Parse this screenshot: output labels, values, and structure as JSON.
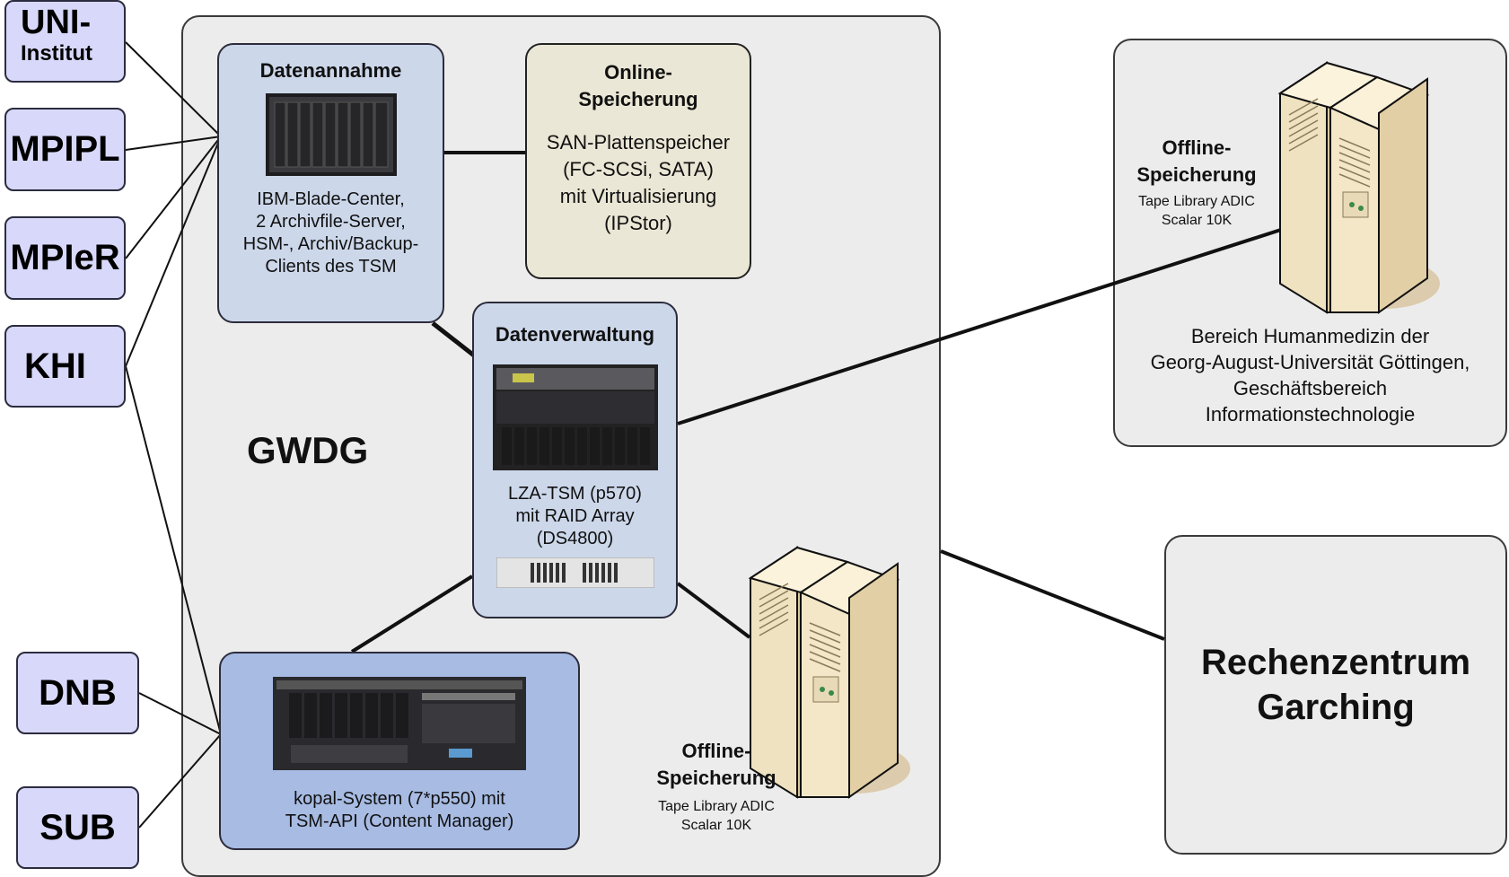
{
  "institutions": {
    "uni_title": "UNI-",
    "uni_sub": "Institut",
    "mpipl": "MPIPL",
    "mpier": "MPIeR",
    "khi": "KHI",
    "dnb": "DNB",
    "sub": "SUB"
  },
  "gwdg": {
    "label": "GWDG",
    "datenannahme": {
      "title": "Datenannahme",
      "lines": [
        "IBM-Blade-Center,",
        "2 Archivfile-Server,",
        "HSM-, Archiv/Backup-",
        "Clients des TSM"
      ]
    },
    "online": {
      "title_lines": [
        "Online-",
        "Speicherung"
      ],
      "lines": [
        "SAN-Plattenspeicher",
        "(FC-SCSi, SATA)",
        "mit Virtualisierung",
        "(IPStor)"
      ]
    },
    "datenverwaltung": {
      "title": "Datenverwaltung",
      "lines": [
        "LZA-TSM (p570)",
        "mit RAID Array",
        "(DS4800)"
      ]
    },
    "kopal": {
      "lines": [
        "kopal-System (7*p550) mit",
        "TSM-API (Content Manager)"
      ]
    },
    "offline": {
      "title_lines": [
        "Offline-",
        "Speicherung"
      ],
      "sub_lines": [
        "Tape Library ADIC",
        "Scalar 10K"
      ]
    }
  },
  "humanmedizin": {
    "offline_title_lines": [
      "Offline-",
      "Speicherung"
    ],
    "offline_sub_lines": [
      "Tape Library ADIC",
      "Scalar 10K"
    ],
    "lines": [
      "Bereich Humanmedizin der",
      "Georg-August-Universität Göttingen,",
      "Geschäftsbereich",
      "Informationstechnologie"
    ]
  },
  "garching": {
    "lines": [
      "Rechenzentrum",
      "Garching"
    ]
  },
  "icons": {
    "server_tower": "server-tower-icon",
    "blade_center": "blade-center-icon",
    "rack_server": "rack-server-icon",
    "disk_array": "disk-array-icon"
  }
}
